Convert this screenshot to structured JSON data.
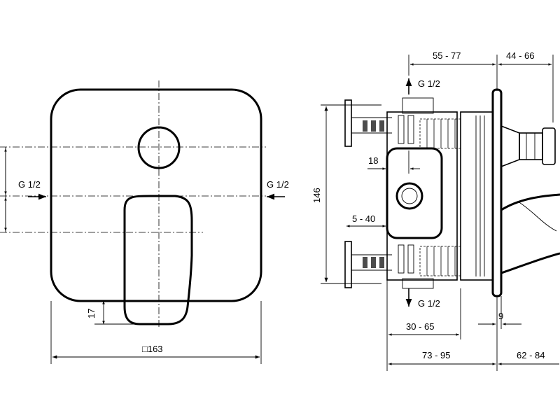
{
  "front_view": {
    "inlet_left": "G 1/2",
    "inlet_right": "G 1/2",
    "dim_bottom_gap": "17",
    "dim_width": "□163"
  },
  "side_view": {
    "dim_top_left": "55 - 77",
    "dim_top_right": "44 - 66",
    "outlet_top": "G 1/2",
    "outlet_bottom": "G 1/2",
    "dim_18": "18",
    "dim_height": "146",
    "dim_5_40": "5 - 40",
    "dim_30_65": "30 - 65",
    "dim_9": "9",
    "dim_73_95": "73 - 95",
    "dim_62_84": "62 - 84"
  }
}
